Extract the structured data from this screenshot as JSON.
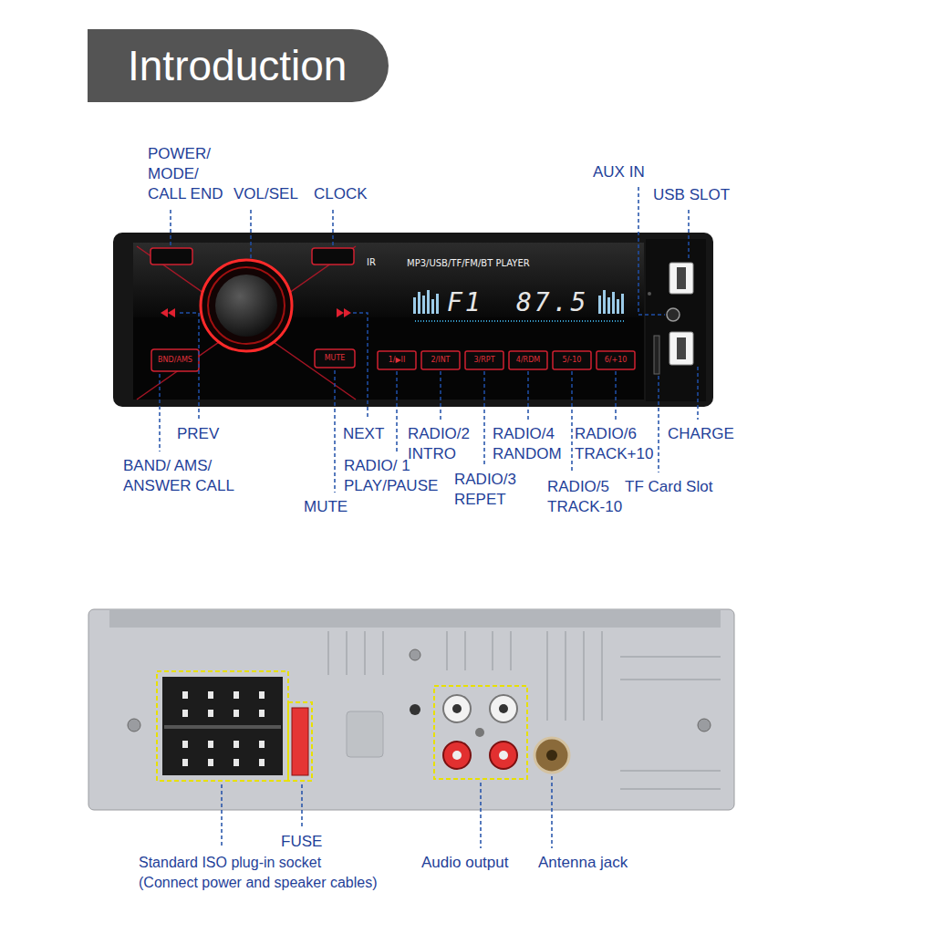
{
  "diagram": {
    "title": "Introduction",
    "labels": [
      "POWER/ MODE/ CALL END",
      "VOL/SEL",
      "CLOCK",
      "AUX IN",
      "USB SLOT",
      "IR",
      "MP3/USB/TF/FM/BT PLAYER",
      "F1",
      "87.5",
      "BND/AMS",
      "MUTE",
      "1/▶II",
      "2/INT",
      "3/RPT",
      "4/RDM",
      "5/-10",
      "6/+10",
      "PREV",
      "NEXT",
      "RADIO/2 INTRO",
      "RADIO/4 RANDOM",
      "RADIO/6 TRACK+10",
      "CHARGE",
      "BAND/ AMS/ ANSWER CALL",
      "RADIO/ 1 PLAY/PAUSE",
      "RADIO/3 REPET",
      "RADIO/5 TRACK-10",
      "TF Card Slot",
      "MUTE",
      "FUSE",
      "Standard ISO plug-in socket (Connect power and speaker cables)",
      "Audio output",
      "Antenna jack"
    ]
  }
}
